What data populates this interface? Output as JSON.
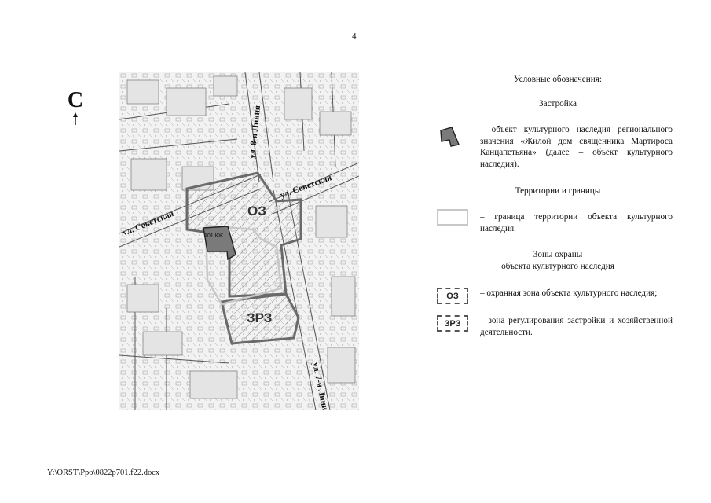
{
  "page_number": "4",
  "north_label": "С",
  "map": {
    "street_sovetskaya_left": "ул. Советская",
    "street_sovetskaya_right": "ул. Советская",
    "street_line8": "ул. 8-я Линия",
    "street_line7": "ул. 7-я Линия",
    "zone_oz": "ОЗ",
    "zone_zrz": "ЗРЗ",
    "object_code": "101 КЖ"
  },
  "legend": {
    "title": "Условные обозначения:",
    "section_buildings": "Застройка",
    "item_object": "– объект культурного наследия регионального значения «Жилой дом священника Мартироса Канцапетьяна» (далее – объект культурного наследия).",
    "section_territories": "Территории и границы",
    "item_border": "– граница территории объекта культурного наследия.",
    "section_zones_line1": "Зоны охраны",
    "section_zones_line2": "объекта культурного наследия",
    "oz_label": "ОЗ",
    "item_oz": "– охранная зона объекта культурного наследия;",
    "zrz_label": "ЗРЗ",
    "item_zrz": "– зона регулирования застройки и хозяйственной деятельности."
  },
  "footer": "Y:\\ORST\\Ppo\\0822p701.f22.docx"
}
